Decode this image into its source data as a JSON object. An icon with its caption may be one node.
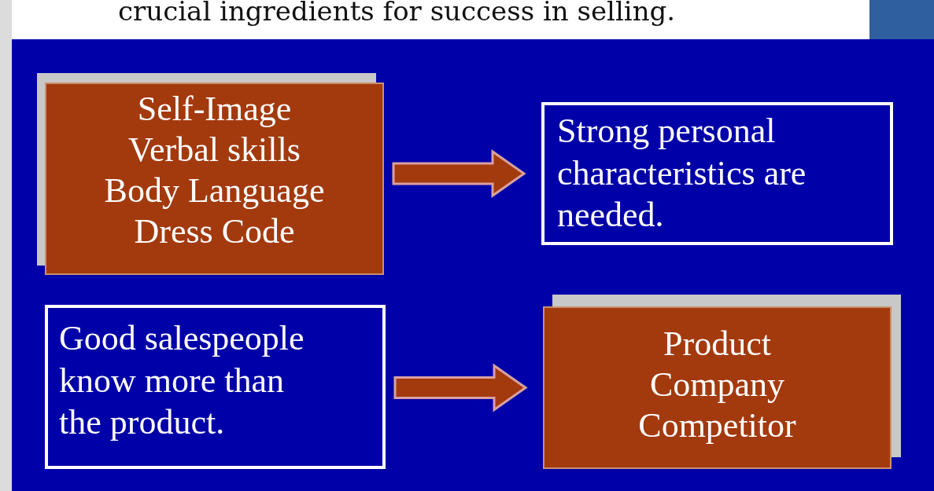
{
  "diagram": {
    "title": "crucial ingredients for success in selling.",
    "nodes": [
      {
        "text": [
          "Self-Image",
          "Verbal skills",
          "Body Language",
          "Dress Code"
        ]
      },
      {
        "text": [
          "Strong personal characteristics are needed."
        ]
      },
      {
        "text": [
          "Good salespeople know more than the product."
        ]
      },
      {
        "text": [
          "Product",
          "Company",
          "Competitor"
        ]
      }
    ],
    "edges": [
      {
        "from": 0,
        "to": 1,
        "arrow": "to"
      },
      {
        "from": 2,
        "to": 3,
        "arrow": "to"
      }
    ]
  }
}
